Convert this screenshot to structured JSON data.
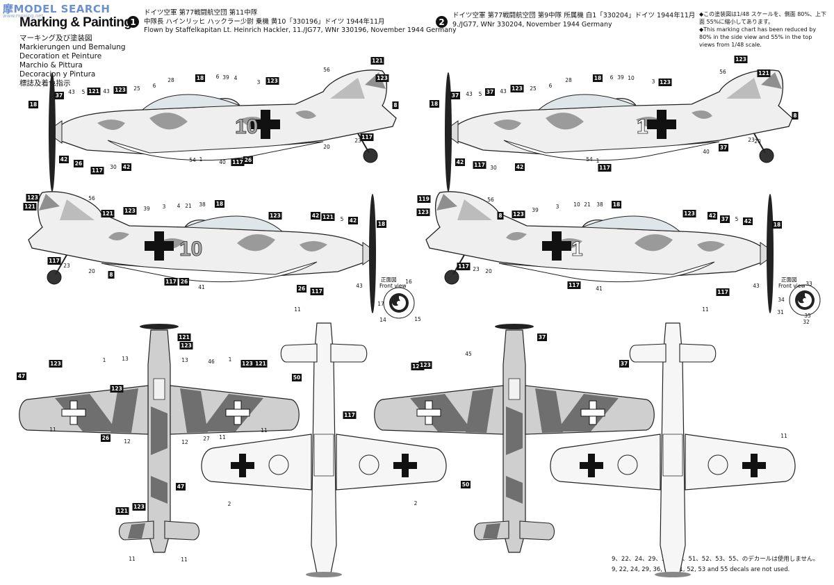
{
  "watermark": {
    "text": "摩MODEL SEARCH",
    "sub": "www.moxing.net"
  },
  "header": {
    "title": "Marking & Painting",
    "languages": [
      "マーキング及び塗装図",
      "Markierungen und Bemalung",
      "Decoration et Peinture",
      "Marchio & Pittura",
      "Decoracion y Pintura",
      "標誌及着色指示"
    ]
  },
  "schemes": [
    {
      "number": "1",
      "lines": [
        "ドイツ空軍 第77戦闘航空団 第11中隊",
        "中隊長 ハインリッヒ ハックラー少尉 乗機 黄10「330196」ドイツ 1944年11月",
        "Flown by Staffelkapitan Lt. Heinrich Hackler, 11./JG77, WNr 330196, November 1944 Germany"
      ],
      "fuselage_number": "10"
    },
    {
      "number": "2",
      "lines": [
        "ドイツ空軍 第77戦闘航空団 第9中隊 所属機 白1「330204」ドイツ 1944年11月",
        "9./JG77, WNr 330204, November 1944 Germany"
      ],
      "fuselage_number": "1"
    }
  ],
  "scale_note": [
    "◆この塗装図は1/48 スケールを、側面 80%、上下面 55%に縮小してあります。",
    "◆This marking chart has been reduced by 80% in the side view and 55% in the top views from 1/48 scale."
  ],
  "decal_note": [
    "9、22、24、29、36、47、51、52、53、55、のデカールは使用しません。",
    "9, 22, 24, 29, 36, 47, 51, 52, 53 and 55 decals are not used."
  ],
  "front_view": {
    "jp": "正面図",
    "en": "Front view"
  },
  "callouts": {
    "s1_left": [
      "121",
      "123",
      "56",
      "37",
      "43",
      "5",
      "121",
      "43",
      "123",
      "25",
      "6",
      "28",
      "18",
      "6",
      "39",
      "4",
      "3",
      "123",
      "18",
      "8",
      "42",
      "26",
      "117",
      "30",
      "42",
      "54",
      "1",
      "40",
      "117",
      "26",
      "20",
      "23",
      "117"
    ],
    "s1_right": [
      "123",
      "121",
      "56",
      "121",
      "123",
      "39",
      "3",
      "4",
      "21",
      "38",
      "18",
      "123",
      "42",
      "121",
      "5",
      "42",
      "18",
      "117",
      "23",
      "20",
      "8",
      "117",
      "26",
      "41",
      "26",
      "117",
      "43",
      "16",
      "17",
      "14",
      "15"
    ],
    "s2_left": [
      "121",
      "123",
      "56",
      "37",
      "43",
      "5",
      "37",
      "43",
      "123",
      "25",
      "6",
      "28",
      "18",
      "6",
      "39",
      "10",
      "3",
      "123",
      "18",
      "8",
      "42",
      "117",
      "30",
      "42",
      "54",
      "1",
      "117",
      "40",
      "37",
      "20",
      "23"
    ],
    "s2_right": [
      "119",
      "123",
      "56",
      "8",
      "123",
      "39",
      "3",
      "10",
      "21",
      "38",
      "18",
      "123",
      "42",
      "37",
      "5",
      "42",
      "18",
      "117",
      "23",
      "20",
      "117",
      "41",
      "117",
      "43",
      "33",
      "34",
      "31",
      "35",
      "32"
    ],
    "tops": [
      "11",
      "121",
      "123",
      "1",
      "13",
      "13",
      "46",
      "1",
      "123",
      "121",
      "123",
      "47",
      "123",
      "50",
      "11",
      "26",
      "12",
      "12",
      "27",
      "11",
      "11",
      "121",
      "123",
      "11",
      "11",
      "11",
      "117",
      "47",
      "50",
      "2",
      "2",
      "11",
      "45",
      "123",
      "37",
      "123",
      "37"
    ]
  }
}
